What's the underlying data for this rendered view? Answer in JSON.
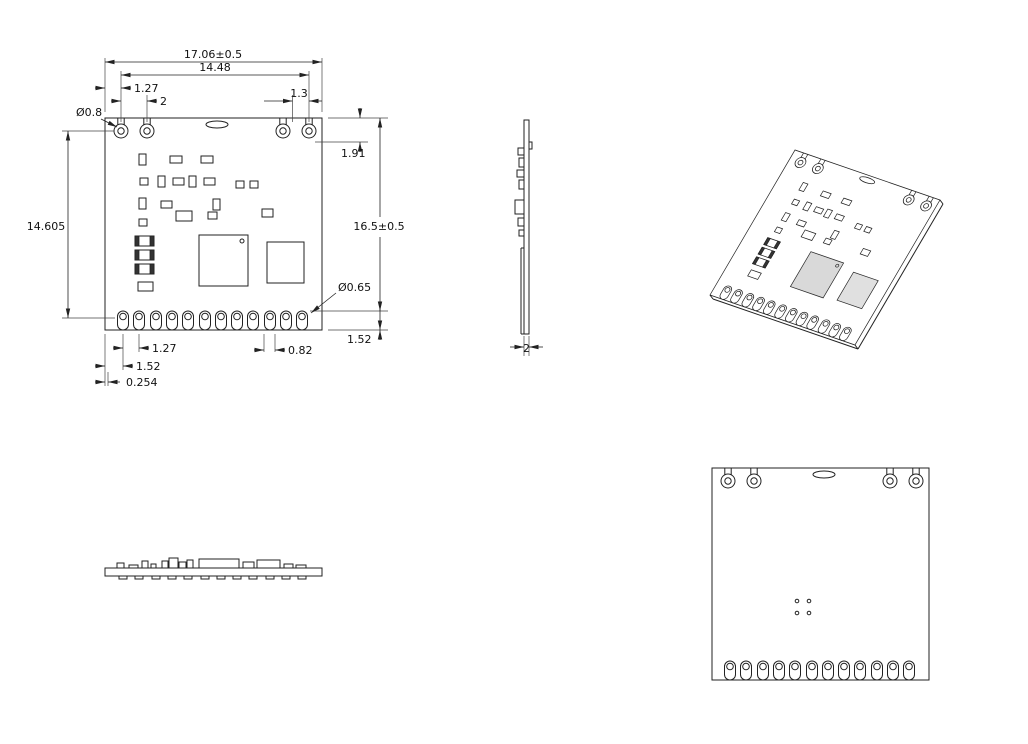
{
  "title": "PCB module dimension drawing",
  "dims": {
    "overall_width": "17.06±0.5",
    "hole_span": "14.48",
    "edge_to_hole": "1.27",
    "hole_pitch_top": "2",
    "right_hole_offset": "1.3",
    "top_hole_diameter": "Ø0.8",
    "hole_row_height": "14.605",
    "overall_height": "16.5±0.5",
    "top_edge_to_hole": "1.91",
    "pin_hole_diameter": "Ø0.65",
    "pin_pad_height": "1.52",
    "pin_pad_width": "0.82",
    "pin_pitch": "1.27",
    "edge_to_pin": "1.52",
    "edge_margin": "0.254",
    "board_thickness": "2"
  }
}
